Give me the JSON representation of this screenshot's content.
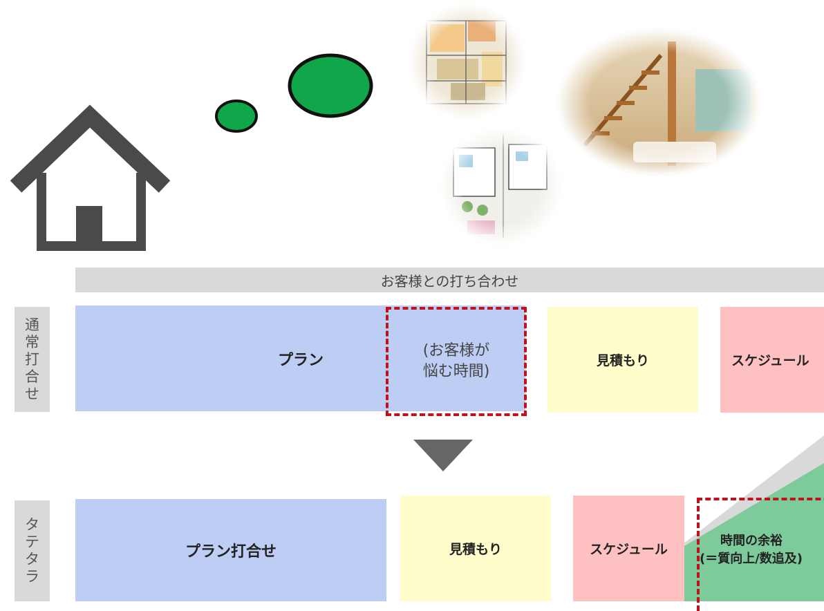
{
  "header_bar": {
    "label": "お客様との打ち合わせ"
  },
  "row_normal": {
    "side_label": [
      "通",
      "常",
      "打",
      "合",
      "せ"
    ],
    "plan": "プラン",
    "worry": [
      "(お客様が",
      "悩む時間)"
    ],
    "estimate": "見積もり",
    "schedule": "スケジュール"
  },
  "row_tatetara": {
    "side_label": [
      "タ",
      "テ",
      "タ",
      "ラ"
    ],
    "plan": "プラン打合せ",
    "estimate": "見積もり",
    "schedule": "スケジュール",
    "spare": [
      "時間の余裕",
      "(＝質向上/数追及)"
    ]
  },
  "colors": {
    "plan": "#bdcdf3",
    "estimate": "#fefdcb",
    "schedule": "#fec0c0",
    "spare_green": "#7dca9b",
    "dashed_red": "#c0121d",
    "house": "#4a4a4a",
    "bubble": "#10a74a"
  },
  "icons": [
    "house-icon",
    "thought-bubble-small",
    "thought-bubble-large",
    "down-triangle-icon"
  ]
}
